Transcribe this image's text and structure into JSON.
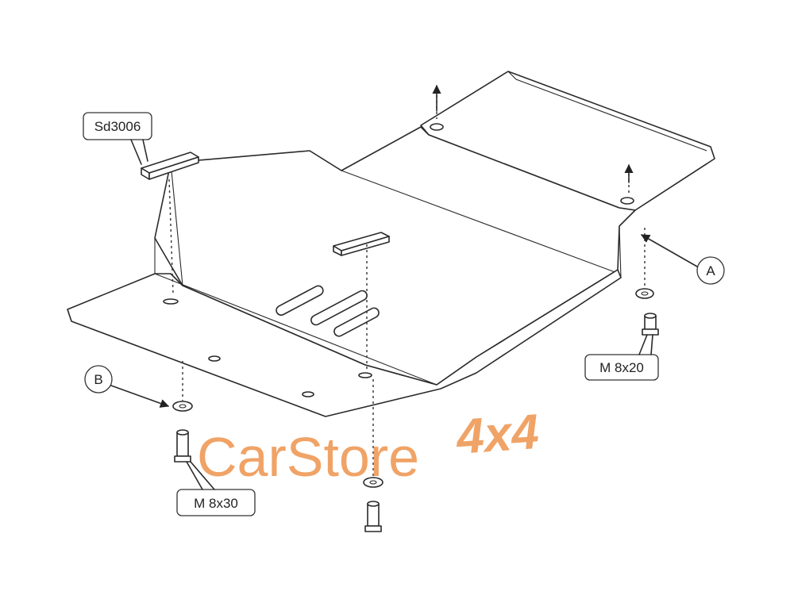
{
  "callouts": {
    "part_number": "Sd3006",
    "bolt_short": "M 8x20",
    "bolt_long": "M 8x30",
    "marker_a": "A",
    "marker_b": "B"
  },
  "watermark": {
    "brand": "CarStore",
    "accent": "4x4",
    "color": "#f0a366"
  }
}
